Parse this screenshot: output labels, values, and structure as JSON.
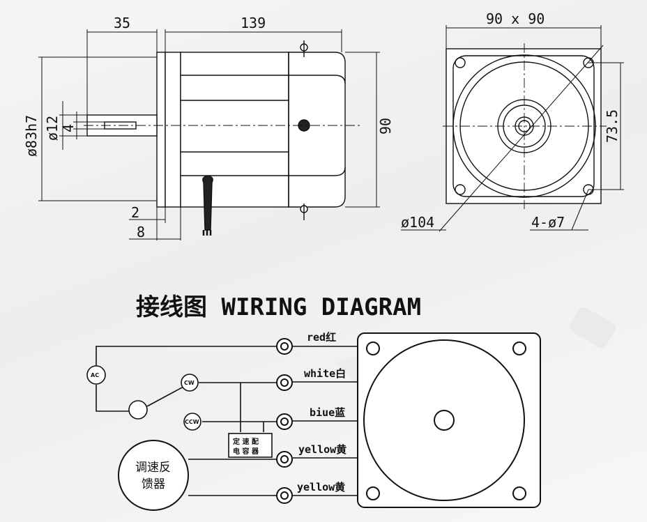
{
  "dimensions": {
    "shaft_length": "35",
    "body_length": "139",
    "flange_size": "90 x 90",
    "bolt_spacing": "73.5",
    "motor_height": "90",
    "pilot_diameter": "ø83h7",
    "shaft_diameter": "ø12",
    "key_width": "4",
    "flange_thickness": "2",
    "pilot_depth": "8",
    "bolt_circle": "ø104",
    "mount_holes": "4-ø7"
  },
  "wiring": {
    "title": "接线图 WIRING DIAGRAM",
    "terminals": [
      {
        "label": "red红"
      },
      {
        "label": "white白"
      },
      {
        "label": "biue蓝"
      },
      {
        "label": "yellow黄"
      },
      {
        "label": "yellow黄"
      }
    ],
    "ac_label": "AC",
    "cw_label": "CW",
    "ccw_label": "CCW",
    "capacitor_label_line1": "定 速 配",
    "capacitor_label_line2": "电 容 器",
    "controller_line1": "调速反",
    "controller_line2": "馈器"
  }
}
